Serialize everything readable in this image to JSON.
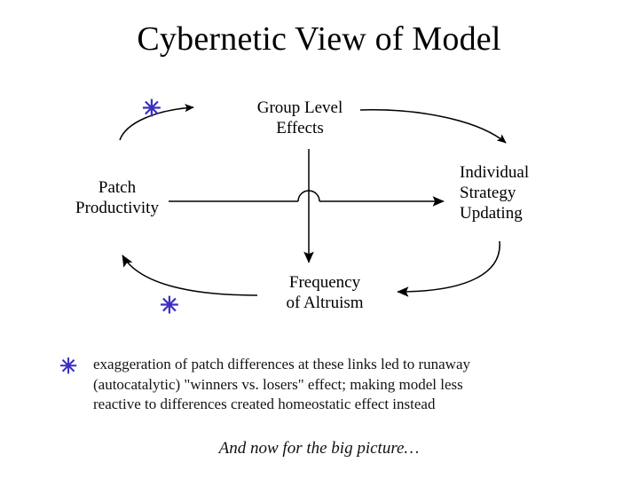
{
  "slide": {
    "title": "Cybernetic View of Model",
    "background_color": "#ffffff",
    "text_color": "#000000",
    "accent_color": "#3A2FBF"
  },
  "diagram": {
    "type": "causal-loop",
    "nodes": [
      {
        "id": "patch-productivity",
        "lines": [
          "Patch",
          "Productivity"
        ]
      },
      {
        "id": "group-level-effects",
        "lines": [
          "Group Level",
          "Effects"
        ]
      },
      {
        "id": "individual-strategy-updating",
        "lines": [
          "Individual",
          "Strategy",
          "Updating"
        ]
      },
      {
        "id": "frequency-of-altruism",
        "lines": [
          "Frequency",
          "of Altruism"
        ]
      }
    ],
    "edges": [
      {
        "id": "patch-to-group",
        "from": "patch-productivity",
        "to": "group-level-effects",
        "style": "curved",
        "marked": true
      },
      {
        "id": "group-to-individual",
        "from": "group-level-effects",
        "to": "individual-strategy-updating",
        "style": "curved",
        "marked": false
      },
      {
        "id": "individual-to-frequency",
        "from": "individual-strategy-updating",
        "to": "frequency-of-altruism",
        "style": "curved",
        "marked": false
      },
      {
        "id": "frequency-to-patch",
        "from": "frequency-of-altruism",
        "to": "patch-productivity",
        "style": "curved",
        "marked": true
      },
      {
        "id": "patch-to-individual",
        "from": "patch-productivity",
        "to": "individual-strategy-updating",
        "style": "straight-with-line-hop",
        "marked": false
      },
      {
        "id": "group-to-frequency",
        "from": "group-level-effects",
        "to": "frequency-of-altruism",
        "style": "straight-vertical",
        "marked": false
      }
    ],
    "markers": {
      "glyph": "✳",
      "color": "#3A2FBF",
      "count": 2
    }
  },
  "footnote": {
    "marker": "✳",
    "marker_color": "#3A2FBF",
    "lines": [
      "exaggeration of patch differences at these links led to runaway",
      "(autocatalytic) \"winners vs. losers\" effect; making model less",
      "reactive to differences created homeostatic effect instead"
    ]
  },
  "closing": {
    "text": "And now for the big picture…"
  }
}
